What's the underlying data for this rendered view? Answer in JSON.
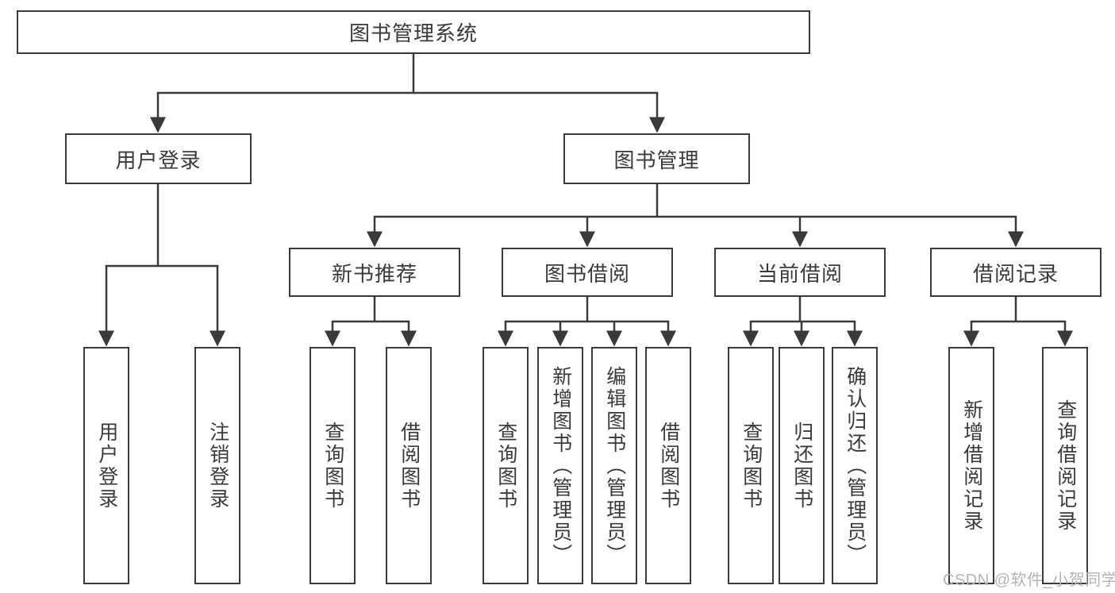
{
  "diagram": {
    "title": "图书管理系统",
    "root": {
      "label": "图书管理系统"
    },
    "branches": [
      {
        "label": "用户登录",
        "children": [
          {
            "label": "用户登录"
          },
          {
            "label": "注销登录"
          }
        ]
      },
      {
        "label": "图书管理",
        "children": [
          {
            "label": "新书推荐",
            "children": [
              {
                "label": "查询图书"
              },
              {
                "label": "借阅图书"
              }
            ]
          },
          {
            "label": "图书借阅",
            "children": [
              {
                "label": "查询图书"
              },
              {
                "label": "新增图书（管理员）"
              },
              {
                "label": "编辑图书（管理员）"
              },
              {
                "label": "借阅图书"
              }
            ]
          },
          {
            "label": "当前借阅",
            "children": [
              {
                "label": "查询图书"
              },
              {
                "label": "归还图书"
              },
              {
                "label": "确认归还（管理员）"
              }
            ]
          },
          {
            "label": "借阅记录",
            "children": [
              {
                "label": "新增借阅记录"
              },
              {
                "label": "查询借阅记录"
              }
            ]
          }
        ]
      }
    ],
    "watermark": "CSDN @软件_小贺同学",
    "colors": {
      "line": "#3a3a3a",
      "text": "#3a3a3a",
      "background": "#ffffff",
      "watermark": "#b4b4b4"
    }
  }
}
